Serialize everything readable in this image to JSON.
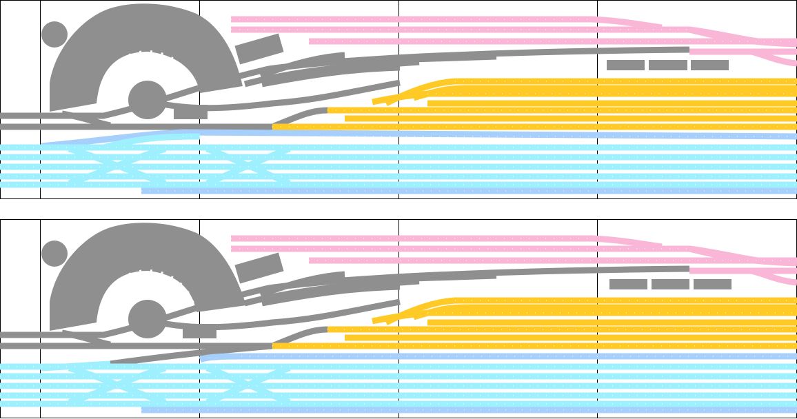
{
  "diagram": {
    "kind": "model railway track plan (two variants)",
    "variants": [
      {
        "id": "upper"
      },
      {
        "id": "lower"
      }
    ]
  },
  "colors": {
    "background": "#ffffff",
    "grid": "#000000",
    "engine_facilities": "#8f8f8f",
    "roundhouse": "#8f8f8f",
    "pink_tracks": "#f9b6d6",
    "yellow_tracks": "#ffc926",
    "cyan_tracks": "#9ff0ff",
    "blue_tracks": "#a6cffb"
  },
  "icons": {
    "turntable": "turntable-icon",
    "water_tower": "water-tower-icon"
  }
}
